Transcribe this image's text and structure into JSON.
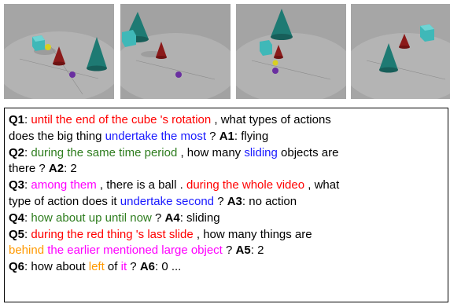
{
  "frames": [
    {
      "name": "frame-1"
    },
    {
      "name": "frame-2"
    },
    {
      "name": "frame-3"
    },
    {
      "name": "frame-4"
    }
  ],
  "qa_lines": [
    [
      {
        "t": "Q1",
        "c": "#000000",
        "b": true
      },
      {
        "t": ": ",
        "c": "#000000"
      },
      {
        "t": "until the end of the cube 's rotation",
        "c": "#ff0000"
      },
      {
        "t": " , what types of actions",
        "c": "#000000"
      }
    ],
    [
      {
        "t": "does the big thing ",
        "c": "#000000"
      },
      {
        "t": "undertake the most",
        "c": "#1a1aff"
      },
      {
        "t": " ? ",
        "c": "#000000"
      },
      {
        "t": "A1",
        "c": "#000000",
        "b": true
      },
      {
        "t": ": flying",
        "c": "#000000"
      }
    ],
    [
      {
        "t": "Q2",
        "c": "#000000",
        "b": true
      },
      {
        "t": ": ",
        "c": "#000000"
      },
      {
        "t": "during the same time period",
        "c": "#2e7d1e"
      },
      {
        "t": " , how many ",
        "c": "#000000"
      },
      {
        "t": "sliding",
        "c": "#1a1aff"
      },
      {
        "t": " objects are",
        "c": "#000000"
      }
    ],
    [
      {
        "t": "there ? ",
        "c": "#000000"
      },
      {
        "t": "A2",
        "c": "#000000",
        "b": true
      },
      {
        "t": ": 2",
        "c": "#000000"
      }
    ],
    [
      {
        "t": "Q3",
        "c": "#000000",
        "b": true
      },
      {
        "t": ": ",
        "c": "#000000"
      },
      {
        "t": "among them",
        "c": "#ff00ff"
      },
      {
        "t": " , there is a ball . ",
        "c": "#000000"
      },
      {
        "t": "during the whole video",
        "c": "#ff0000"
      },
      {
        "t": " , what",
        "c": "#000000"
      }
    ],
    [
      {
        "t": "type of action does it ",
        "c": "#000000"
      },
      {
        "t": "undertake second",
        "c": "#1a1aff"
      },
      {
        "t": " ? ",
        "c": "#000000"
      },
      {
        "t": "A3",
        "c": "#000000",
        "b": true
      },
      {
        "t": ": no action",
        "c": "#000000"
      }
    ],
    [
      {
        "t": "Q4",
        "c": "#000000",
        "b": true
      },
      {
        "t": ": ",
        "c": "#000000"
      },
      {
        "t": "how about up until now",
        "c": "#2e7d1e"
      },
      {
        "t": " ? ",
        "c": "#000000"
      },
      {
        "t": "A4",
        "c": "#000000",
        "b": true
      },
      {
        "t": ": sliding",
        "c": "#000000"
      }
    ],
    [
      {
        "t": "Q5",
        "c": "#000000",
        "b": true
      },
      {
        "t": ": ",
        "c": "#000000"
      },
      {
        "t": "during the red thing 's last slide",
        "c": "#ff0000"
      },
      {
        "t": " , how many things are",
        "c": "#000000"
      }
    ],
    [
      {
        "t": "behind",
        "c": "#ff9900"
      },
      {
        "t": " ",
        "c": "#000000"
      },
      {
        "t": "the earlier mentioned large object",
        "c": "#ff00ff"
      },
      {
        "t": " ? ",
        "c": "#000000"
      },
      {
        "t": "A5",
        "c": "#000000",
        "b": true
      },
      {
        "t": ": 2",
        "c": "#000000"
      }
    ],
    [
      {
        "t": "Q6",
        "c": "#000000",
        "b": true
      },
      {
        "t": ": how about ",
        "c": "#000000"
      },
      {
        "t": "left",
        "c": "#ff9900"
      },
      {
        "t": " of ",
        "c": "#000000"
      },
      {
        "t": "it",
        "c": "#ff00ff"
      },
      {
        "t": " ? ",
        "c": "#000000"
      },
      {
        "t": "A6",
        "c": "#000000",
        "b": true
      },
      {
        "t": ": 0 ...",
        "c": "#000000"
      }
    ]
  ]
}
